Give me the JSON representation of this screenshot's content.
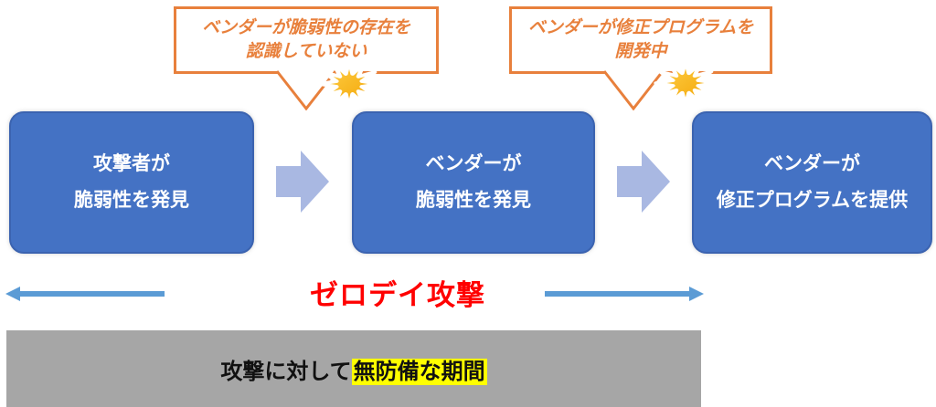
{
  "diagram_title": "ゼロデイ攻撃",
  "callouts": [
    {
      "line1": "ベンダーが脆弱性の存在を",
      "line2": "認識していない"
    },
    {
      "line1": "ベンダーが修正プログラムを",
      "line2": "開発中"
    }
  ],
  "steps": [
    {
      "line1": "攻撃者が",
      "line2": "脆弱性を発見"
    },
    {
      "line1": "ベンダーが",
      "line2": "脆弱性を発見"
    },
    {
      "line1": "ベンダーが",
      "line2": "修正プログラムを提供"
    }
  ],
  "timeline": {
    "label": "ゼロデイ攻撃"
  },
  "exposure": {
    "prefix": "攻撃に対して",
    "highlighted": "無防備な期間"
  },
  "colors": {
    "step_box_blue": "#4472C4",
    "step_box_border": "#3B63B0",
    "block_arrow_light_blue": "#A9B8E2",
    "timeline_arrow_blue": "#5B9BD5",
    "callout_orange": "#E8803C",
    "star_yellow": "#FFD34D",
    "star_orange": "#F2A100",
    "title_red": "#FF0000",
    "bar_gray": "#A6A6A6",
    "highlight_yellow": "#FFFF00",
    "text_white": "#FFFFFF",
    "text_black": "#111111"
  }
}
